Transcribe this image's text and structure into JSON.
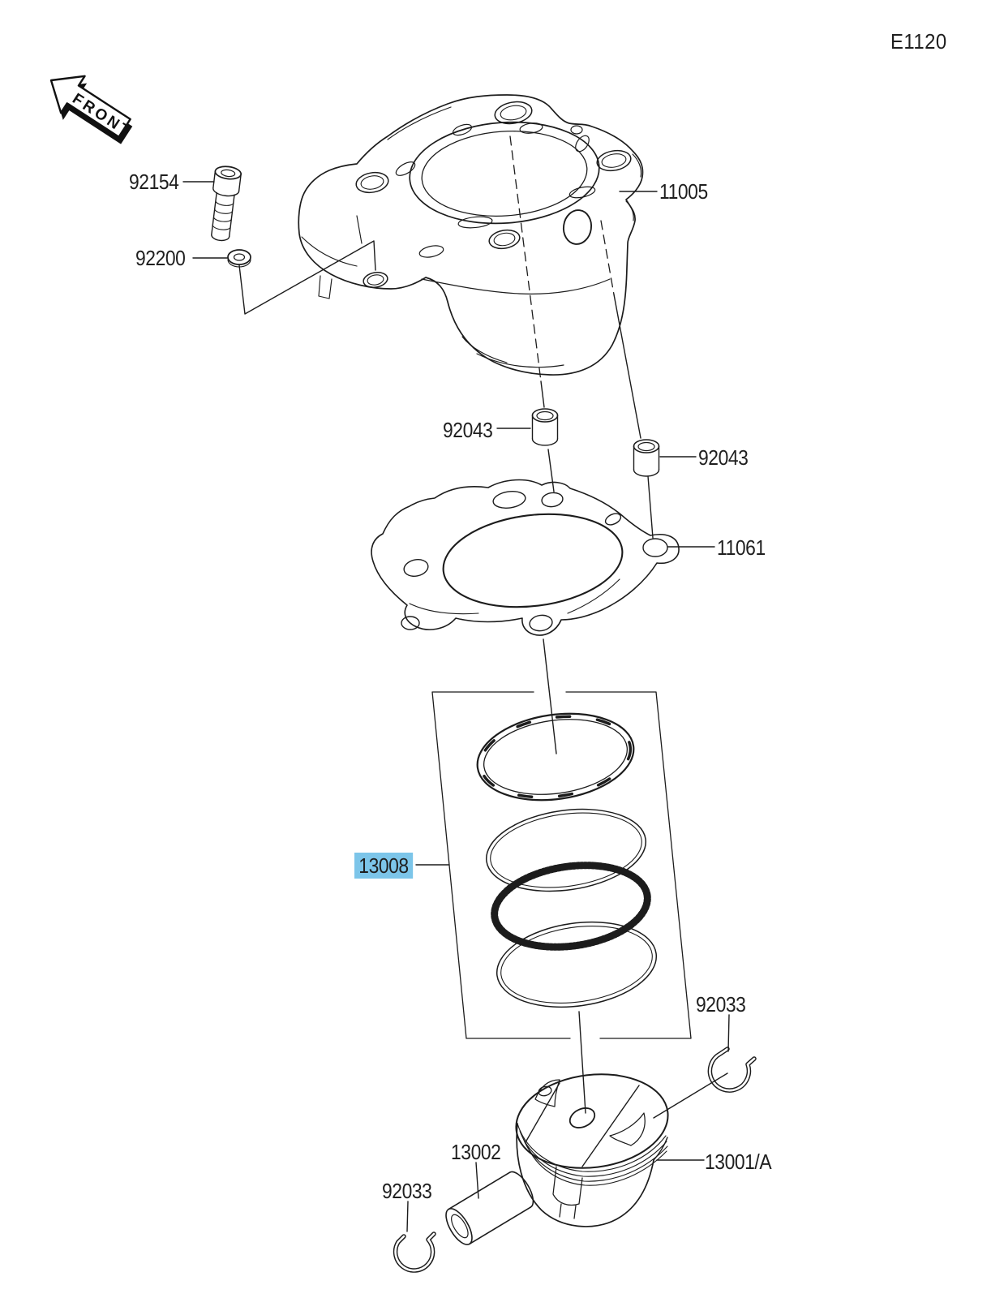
{
  "page": {
    "diagram_code": "E1120"
  },
  "front_marker": {
    "label": "FRONT"
  },
  "selection": {
    "selected_part_number": "13008",
    "highlight_color": "#7cc5e9"
  },
  "parts": [
    {
      "number": "92154"
    },
    {
      "number": "92200"
    },
    {
      "number": "11005"
    },
    {
      "number": "92043"
    },
    {
      "number": "92043"
    },
    {
      "number": "11061"
    },
    {
      "number": "13008"
    },
    {
      "number": "92033"
    },
    {
      "number": "13001/A"
    },
    {
      "number": "13002"
    },
    {
      "number": "92033"
    }
  ]
}
